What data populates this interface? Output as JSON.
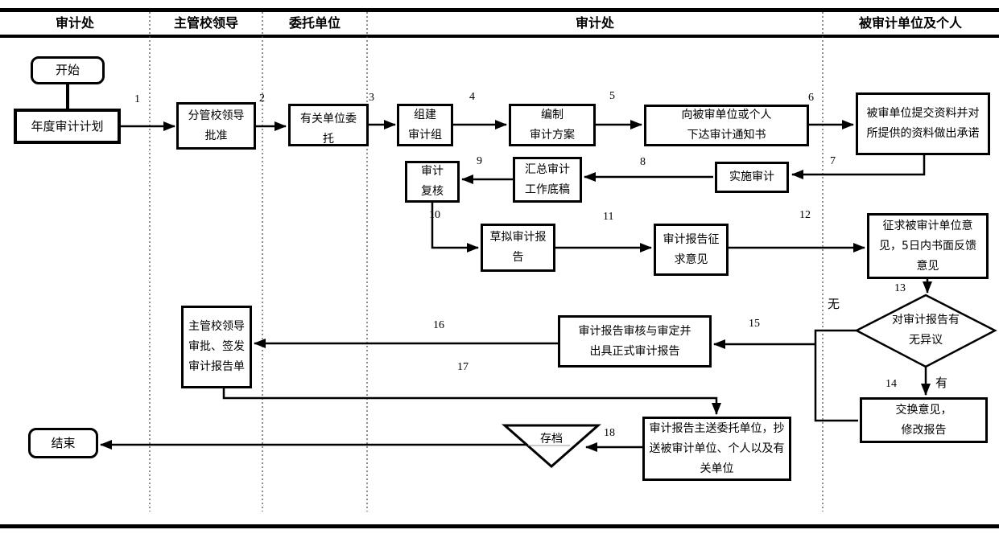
{
  "lanes": [
    {
      "label": "审计处"
    },
    {
      "label": "主管校领导"
    },
    {
      "label": "委托单位"
    },
    {
      "label": "审计处"
    },
    {
      "label": "被审计单位及个人"
    }
  ],
  "nodes": {
    "start": {
      "label": "开始"
    },
    "annual_plan": {
      "label": "年度审计计划"
    },
    "leader_approve": {
      "label": "分管校领导\n批准"
    },
    "entrust": {
      "label": "有关单位委\n托"
    },
    "form_team": {
      "label": "组建\n审计组"
    },
    "make_plan": {
      "label": "编制\n审计方案"
    },
    "notify": {
      "label": "向被审单位或个人\n下达审计通知书"
    },
    "submit": {
      "label": "被审单位提交资料并对\n所提供的资料做出承诺"
    },
    "implement": {
      "label": "实施审计"
    },
    "summarize": {
      "label": "汇总审计\n工作底稿"
    },
    "review": {
      "label": "审计\n复核"
    },
    "draft": {
      "label": "草拟审计报\n告"
    },
    "solicit": {
      "label": "审计报告征\n求意见"
    },
    "seek_opinion": {
      "label": "征求被审计单位意\n见，5日内书面反馈\n意见"
    },
    "decision": {
      "label": "对审计报告有\n无异议"
    },
    "exchange": {
      "label": "交换意见，\n修改报告"
    },
    "finalize": {
      "label": "审计报告审核与审定并\n出具正式审计报告"
    },
    "sign": {
      "label": "主管校领导\n审批、签发\n审计报告单"
    },
    "send": {
      "label": "审计报告主送委托单位，抄\n送被审计单位、个人以及有\n关单位"
    },
    "archive": {
      "label": "存档"
    },
    "end": {
      "label": "结束"
    }
  },
  "edge_labels": {
    "n1": "1",
    "n2": "2",
    "n3": "3",
    "n4": "4",
    "n5": "5",
    "n6": "6",
    "n7": "7",
    "n8": "8",
    "n9": "9",
    "n10": "10",
    "n11": "11",
    "n12": "12",
    "n13": "13",
    "n14": "14",
    "n15": "15",
    "n16": "16",
    "n17": "17",
    "n18": "18",
    "no_objection": "无",
    "has_objection": "有"
  },
  "colors": {
    "line": "#000000",
    "background": "#ffffff"
  }
}
